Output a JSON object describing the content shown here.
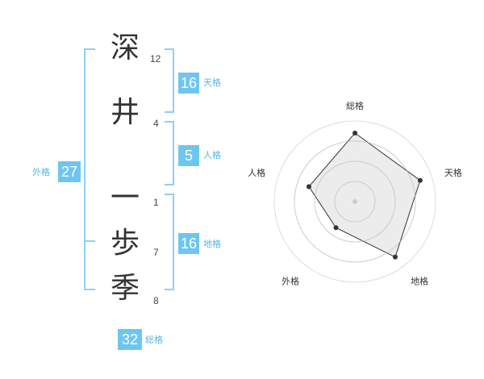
{
  "name_chars": [
    {
      "char": "深",
      "strokes": "12"
    },
    {
      "char": "井",
      "strokes": "4"
    },
    {
      "char": "一",
      "strokes": "1"
    },
    {
      "char": "歩",
      "strokes": "7"
    },
    {
      "char": "季",
      "strokes": "8"
    }
  ],
  "fortunes": {
    "tenkaku": {
      "value": "16",
      "label": "天格"
    },
    "jinkaku": {
      "value": "5",
      "label": "人格"
    },
    "chikaku": {
      "value": "16",
      "label": "地格"
    },
    "gaikaku": {
      "value": "27",
      "label": "外格"
    },
    "soukaku": {
      "value": "32",
      "label": "総格"
    }
  },
  "colors": {
    "accent": "#6ec6f0",
    "bracket": "#8fd0f4"
  },
  "chart_data": {
    "type": "radar",
    "axes": [
      "総格",
      "天格",
      "地格",
      "外格",
      "人格"
    ],
    "values": [
      0.85,
      0.85,
      0.85,
      0.4,
      0.6
    ],
    "rings": 4,
    "max": 1
  }
}
